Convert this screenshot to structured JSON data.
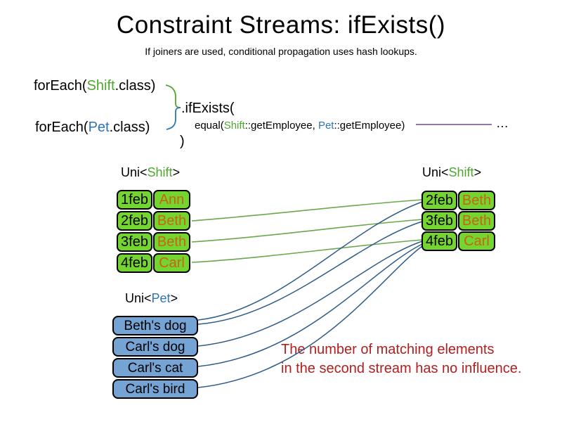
{
  "slide": {
    "title": "Constraint Streams: ifExists()",
    "subtitle": "If joiners are used, conditional propagation uses hash lookups."
  },
  "code": {
    "foreach_shift": {
      "fn": "forEach(",
      "arg": "Shift",
      "suffix": ".class)"
    },
    "foreach_pet": {
      "fn": "forEach(",
      "arg": "Pet",
      "suffix": ".class)"
    },
    "if_exists": ".ifExists(",
    "equal": {
      "fn": "equal(",
      "arg1": "Shift",
      "sep1": "::getEmployee, ",
      "arg2": "Pet",
      "sep2": "::getEmployee)"
    },
    "close": ")",
    "ellipsis": "…"
  },
  "streams": {
    "shift_left": {
      "label": {
        "pre": "Uni<",
        "type": "Shift",
        "post": ">"
      },
      "rows": [
        {
          "date": "1feb",
          "name": "Ann"
        },
        {
          "date": "2feb",
          "name": "Beth"
        },
        {
          "date": "3feb",
          "name": "Beth"
        },
        {
          "date": "4feb",
          "name": "Carl"
        }
      ]
    },
    "shift_right": {
      "label": {
        "pre": "Uni<",
        "type": "Shift",
        "post": ">"
      },
      "rows": [
        {
          "date": "2feb",
          "name": "Beth"
        },
        {
          "date": "3feb",
          "name": "Beth"
        },
        {
          "date": "4feb",
          "name": "Carl"
        }
      ]
    },
    "pet": {
      "label": {
        "pre": "Uni<",
        "type": "Pet",
        "post": ">"
      },
      "items": [
        "Beth's dog",
        "Carl's dog",
        "Carl's cat",
        "Carl's bird"
      ]
    }
  },
  "note": {
    "line1": "The number of matching elements",
    "line2": "in the second stream has no influence."
  },
  "colors": {
    "shift_green_text": "#4ea72e",
    "pet_blue_text": "#2e74b5",
    "shift_cell_fill": "#74d430",
    "pet_cell_fill": "#74a3d4",
    "employee_orange": "#c86514",
    "note_red": "#b02020",
    "green_line": "#6aa84f",
    "blue_line": "#2e5c8a",
    "purple_line": "#8e79ab"
  }
}
